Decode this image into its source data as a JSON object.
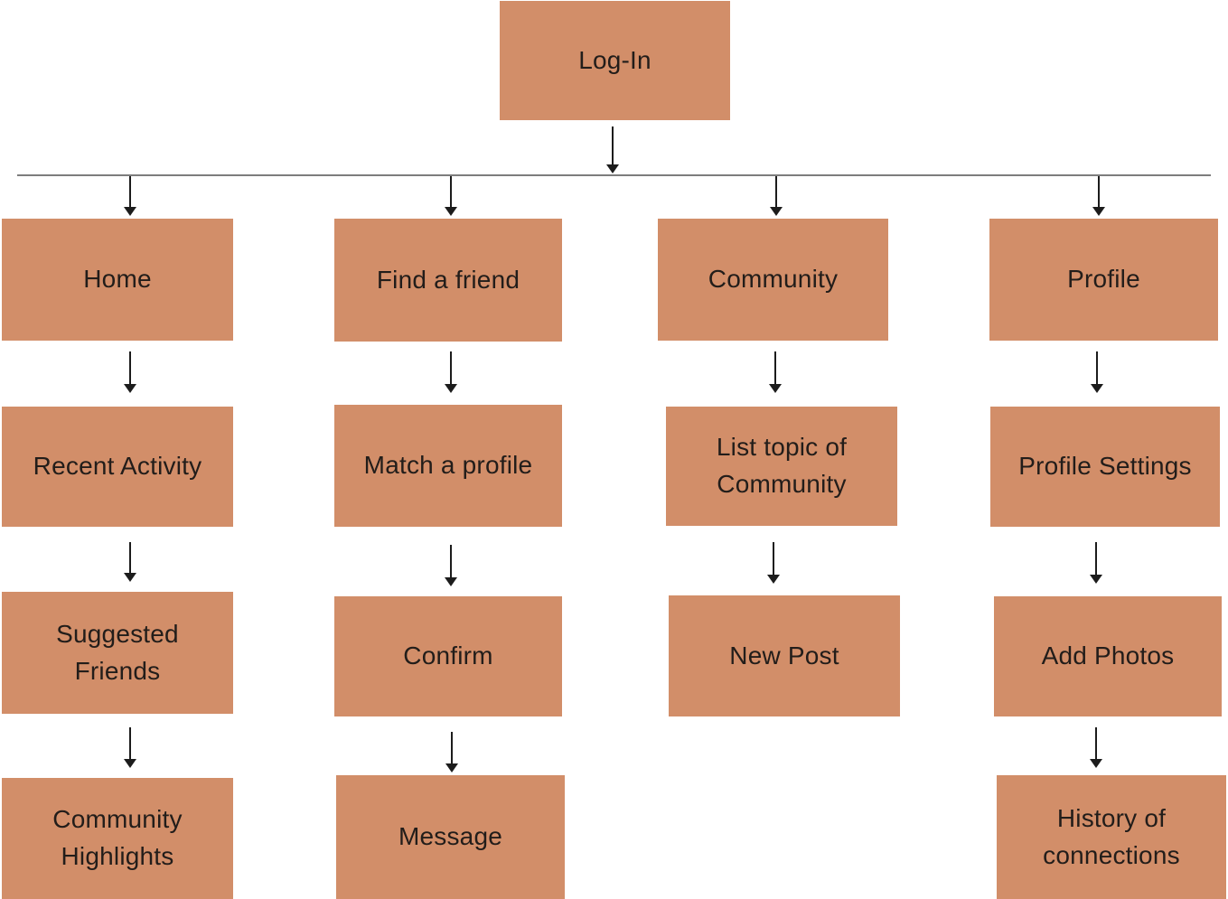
{
  "colors": {
    "box_fill": "#d28e69",
    "text": "#221d1a",
    "connector_line": "#7d7d7d",
    "arrow": "#1c1c1c"
  },
  "root": {
    "label": "Log-In"
  },
  "columns": [
    {
      "nodes": [
        {
          "label": "Home"
        },
        {
          "label": "Recent Activity"
        },
        {
          "label": "Suggested\nFriends"
        },
        {
          "label": "Community\nHighlights"
        }
      ]
    },
    {
      "nodes": [
        {
          "label": "Find a friend"
        },
        {
          "label": "Match a profile"
        },
        {
          "label": "Confirm"
        },
        {
          "label": "Message"
        }
      ]
    },
    {
      "nodes": [
        {
          "label": "Community"
        },
        {
          "label": "List topic of\nCommunity"
        },
        {
          "label": "New Post"
        }
      ]
    },
    {
      "nodes": [
        {
          "label": "Profile"
        },
        {
          "label": "Profile Settings"
        },
        {
          "label": "Add Photos"
        },
        {
          "label": "History of\nconnections"
        }
      ]
    }
  ]
}
